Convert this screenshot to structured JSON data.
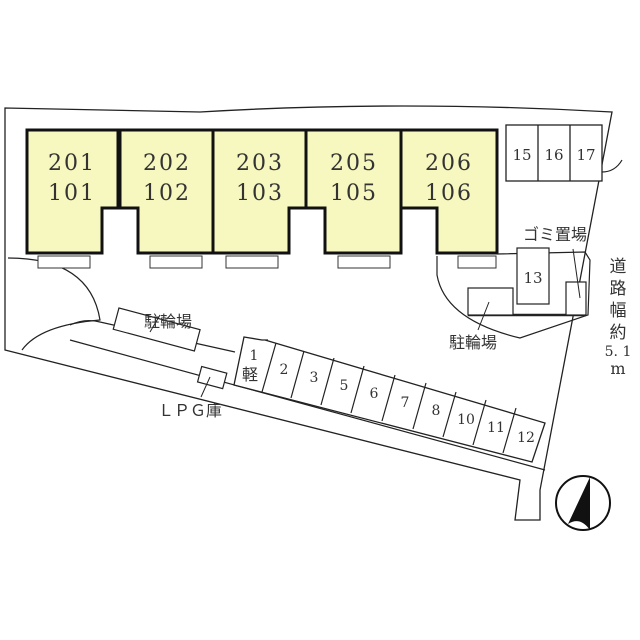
{
  "units": [
    {
      "upper": "201",
      "lower": "101"
    },
    {
      "upper": "202",
      "lower": "102"
    },
    {
      "upper": "203",
      "lower": "103"
    },
    {
      "upper": "205",
      "lower": "105"
    },
    {
      "upper": "206",
      "lower": "106"
    }
  ],
  "top_parking": [
    "15",
    "16",
    "17"
  ],
  "side_parking": "13",
  "lower_parking": [
    "1",
    "2",
    "3",
    "5",
    "6",
    "7",
    "8",
    "10",
    "11",
    "12"
  ],
  "kei_label": "軽",
  "labels": {
    "garbage": "ゴミ置場",
    "bicycle_right": "駐輪場",
    "bicycle_left": "駐輪場",
    "lpg": "ＬＰＧ庫",
    "road_chars": [
      "道",
      "路",
      "幅",
      "約"
    ],
    "road_width": "5. 1",
    "road_unit": "m"
  },
  "colors": {
    "unit_fill": "#f7f7c0",
    "line": "#1a1a1a"
  }
}
